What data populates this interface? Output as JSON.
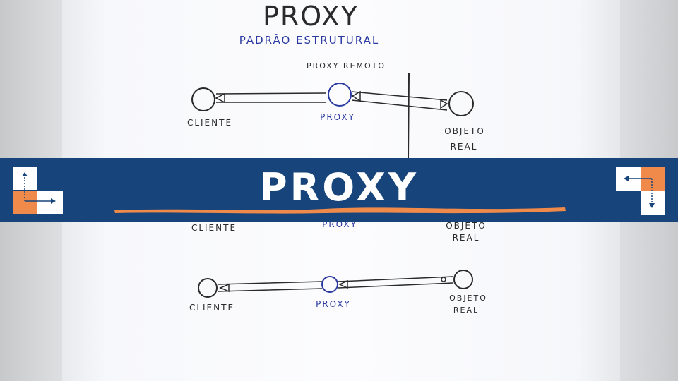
{
  "board": {
    "title": "PROXY",
    "subtitle": "PADRÃO ESTRUTURAL",
    "top_diagram": {
      "heading": "PROXY REMOTO",
      "client_label": "CLIENTE",
      "proxy_label": "PROXY",
      "real_label_line1": "OBJETO",
      "real_label_line2": "REAL"
    },
    "middle_diagram": {
      "client_label": "CLIENTE",
      "proxy_label": "PROXY",
      "real_label_line1": "OBJETO",
      "real_label_line2": "REAL"
    },
    "bottom_diagram": {
      "client_label": "CLIENTE",
      "proxy_label": "PROXY",
      "real_label_line1": "OBJETO",
      "real_label_line2": "REAL"
    }
  },
  "banner": {
    "title": "PROXY"
  },
  "colors": {
    "banner_bg": "#17447a",
    "banner_text": "#ffffff",
    "underline": "#f08a4b",
    "logo_orange": "#f08a4b",
    "ink_black": "#2a2a2a",
    "ink_blue": "#2b3aa0"
  }
}
